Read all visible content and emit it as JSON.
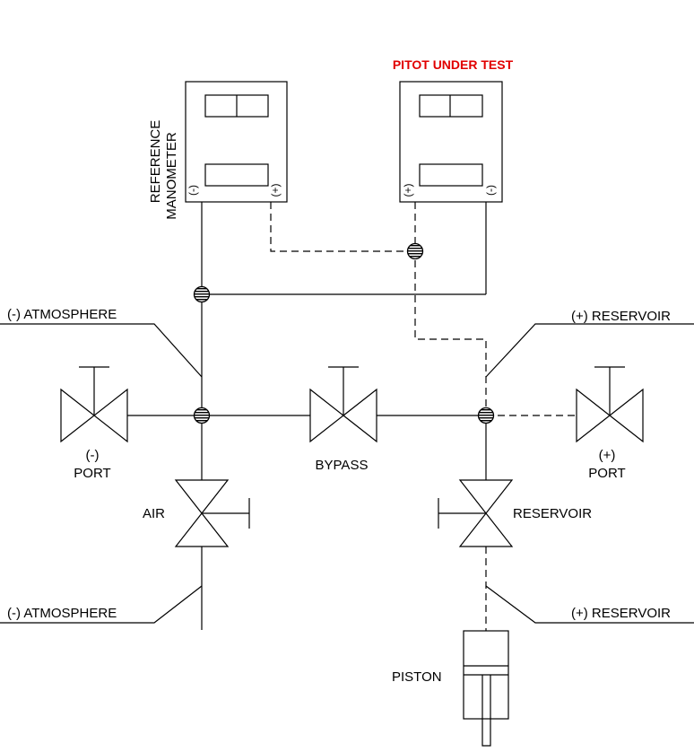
{
  "title": "PITOT UNDER TEST",
  "title_color": "#e10000",
  "reference": {
    "line1": "REFERENCE",
    "line2": "MANOMETER"
  },
  "manometer_ports": {
    "minus": "(-)",
    "plus": "(+)"
  },
  "atmosphere_top": "(-) ATMOSPHERE",
  "atmosphere_bottom": "(-) ATMOSPHERE",
  "reservoir_top": "(+) RESERVOIR",
  "reservoir_bottom": "(+) RESERVOIR",
  "minus_port": {
    "line1": "(-)",
    "line2": "PORT"
  },
  "plus_port": {
    "line1": "(+)",
    "line2": "PORT"
  },
  "bypass": "BYPASS",
  "air": "AIR",
  "reservoir_valve": "RESERVOIR",
  "piston": "PISTON"
}
